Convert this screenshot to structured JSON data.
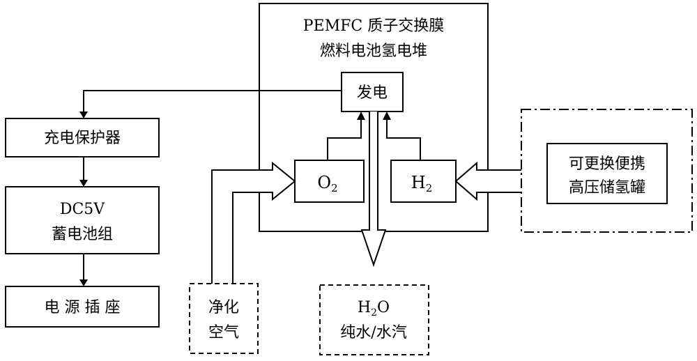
{
  "stack": {
    "title_line1": "PEMFC 质子交换膜",
    "title_line2": "燃料电池氢电堆",
    "generate": "发电",
    "o2": {
      "main": "O",
      "sub": "2"
    },
    "h2": {
      "main": "H",
      "sub": "2"
    }
  },
  "left_chain": {
    "charge_protector": "充电保护器",
    "battery_line1": "DC5V",
    "battery_line2": "蓄电池组",
    "power_socket": "电 源 插 座"
  },
  "air_input": {
    "line1": "净化",
    "line2": "空气"
  },
  "water_output": {
    "h": "H",
    "sub": "2",
    "o": "O",
    "line2": "纯水/水汽"
  },
  "hydrogen_tank": {
    "line1": "可更换便携",
    "line2": "高压储氢罐"
  }
}
